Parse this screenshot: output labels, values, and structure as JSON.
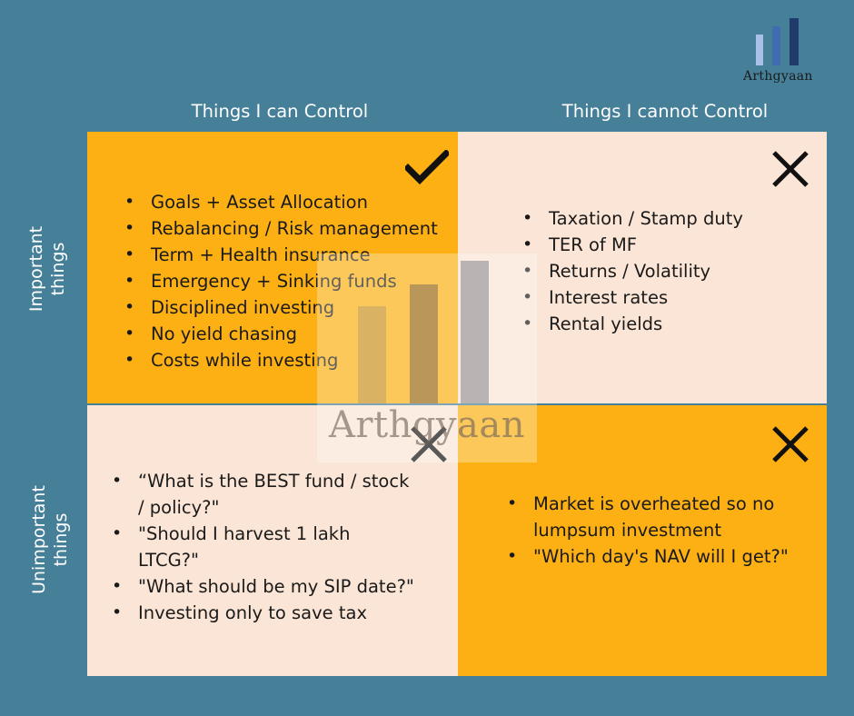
{
  "brand": {
    "name": "Arthgyaan"
  },
  "columns": {
    "left": "Things I can Control",
    "right": "Things I cannot Control"
  },
  "rows": {
    "top": [
      "Important",
      "things"
    ],
    "bottom": [
      "Unimportant",
      "things"
    ]
  },
  "quadrants": {
    "top_left": {
      "mark": "check-icon",
      "items": [
        "Goals + Asset Allocation",
        "Rebalancing / Risk management",
        "Term + Health insurance",
        "Emergency + Sinking funds",
        "Disciplined investing",
        "No yield chasing",
        "Costs while investing"
      ]
    },
    "top_right": {
      "mark": "cross-icon",
      "items": [
        "Taxation /  Stamp duty",
        "TER of MF",
        "Returns / Volatility",
        "Interest rates",
        "Rental yields"
      ]
    },
    "bottom_left": {
      "mark": "cross-icon",
      "items": [
        "“What is the BEST fund / stock / policy?\"",
        "\"Should I harvest 1 lakh LTCG?\"",
        "\"What should be my SIP date?\"",
        "Investing only to save tax"
      ]
    },
    "bottom_right": {
      "mark": "cross-icon",
      "items": [
        "Market is overheated so no lumpsum investment",
        "\"Which day's NAV will I get?\""
      ]
    }
  },
  "watermark": {
    "text": "Arthgyaan"
  },
  "colors": {
    "background": "#457f98",
    "orange": "#fdb013",
    "peach": "#fbe5d6"
  }
}
